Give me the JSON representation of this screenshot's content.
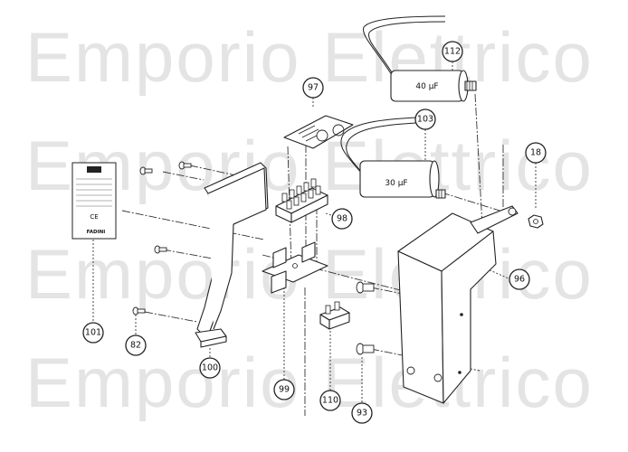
{
  "watermark": {
    "text": "Emporio Elettrico",
    "color": "#e4e4e4"
  },
  "capacitor_large": {
    "label": "40 µF"
  },
  "capacitor_small": {
    "label": "30 µF"
  },
  "plate": {
    "brand": "FADINI",
    "mark": "CE"
  },
  "callouts": [
    {
      "id": "c112",
      "text": "112"
    },
    {
      "id": "c97",
      "text": "97"
    },
    {
      "id": "c103",
      "text": "103"
    },
    {
      "id": "c18",
      "text": "18"
    },
    {
      "id": "c98",
      "text": "98"
    },
    {
      "id": "c96",
      "text": "96"
    },
    {
      "id": "c101",
      "text": "101"
    },
    {
      "id": "c82",
      "text": "82"
    },
    {
      "id": "c100",
      "text": "100"
    },
    {
      "id": "c99",
      "text": "99"
    },
    {
      "id": "c110",
      "text": "110"
    },
    {
      "id": "c93",
      "text": "93"
    }
  ]
}
